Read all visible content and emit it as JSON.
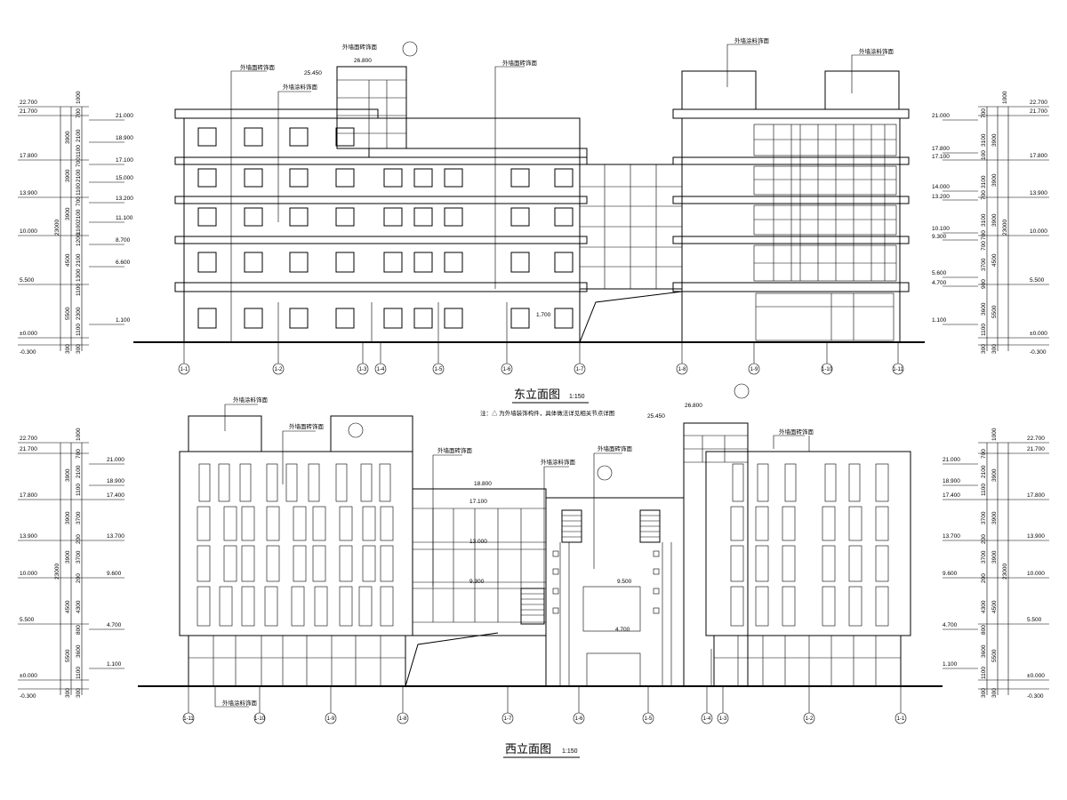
{
  "east_elevation": {
    "title": "东立面图",
    "scale": "1:150",
    "note": "注：△ 为外墙装饰构件，具体做法详见相关节点详图",
    "left_elevations": [
      "22.700",
      "21.700",
      "17.800",
      "13.900",
      "10.000",
      "5.500",
      "±0.000",
      "-0.300"
    ],
    "left_inner": [
      "21.000",
      "18.900",
      "17.100",
      "15.000",
      "13.200",
      "11.100",
      "8.700",
      "6.600",
      "1.100"
    ],
    "left_dims": [
      "1000",
      "700",
      "2100",
      "1100",
      "3900",
      "700",
      "2100",
      "1100",
      "3900",
      "700",
      "2100",
      "1100",
      "3900",
      "1200",
      "2100",
      "23000",
      "1300",
      "4500",
      "1100",
      "2300",
      "5500",
      "1100",
      "300",
      "300"
    ],
    "right_elevations": [
      "22.700",
      "21.700",
      "17.800",
      "13.900",
      "10.000",
      "5.500",
      "±0.000",
      "-0.300"
    ],
    "right_inner": [
      "21.000",
      "17.800",
      "17.100",
      "14.000",
      "13.200",
      "10.100",
      "9.300",
      "5.600",
      "4.700",
      "1.100"
    ],
    "right_dims": [
      "1000",
      "700",
      "3100",
      "3900",
      "100",
      "700",
      "3100",
      "3900",
      "700",
      "3100",
      "3900",
      "23000",
      "700",
      "3700",
      "4500",
      "900",
      "3600",
      "5500",
      "1100",
      "300",
      "300"
    ],
    "levels": [
      "26.800",
      "25.450",
      "1.700"
    ],
    "callouts": [
      "外墙面砖饰面",
      "外墙涂料饰面",
      "外墙面砖饰面",
      "外墙涂料饰面",
      "外墙涂料饰面",
      "外墙面砖饰面"
    ],
    "axes": [
      "1-1",
      "1-2",
      "1-3",
      "1-4",
      "1-5",
      "1-6",
      "1-7",
      "1-8",
      "1-9",
      "1-10",
      "1-11"
    ]
  },
  "west_elevation": {
    "title": "西立面图",
    "scale": "1:150",
    "left_elevations": [
      "22.700",
      "21.700",
      "17.800",
      "13.900",
      "10.000",
      "5.500",
      "±0.000",
      "-0.300"
    ],
    "left_inner": [
      "21.000",
      "18.900",
      "17.400",
      "13.700",
      "9.600",
      "4.700",
      "1.100"
    ],
    "left_dims": [
      "1000",
      "700",
      "2100",
      "3900",
      "1100",
      "3700",
      "3900",
      "200",
      "3700",
      "3900",
      "200",
      "23000",
      "4300",
      "4500",
      "800",
      "3600",
      "5500",
      "1100",
      "300",
      "300"
    ],
    "right_elevations": [
      "22.700",
      "21.700",
      "17.800",
      "13.900",
      "10.000",
      "5.500",
      "±0.000",
      "-0.300"
    ],
    "right_inner": [
      "21.000",
      "18.900",
      "17.400",
      "13.700",
      "9.600",
      "4.700",
      "1.100"
    ],
    "right_dims": [
      "1000",
      "700",
      "2100",
      "3900",
      "1100",
      "3700",
      "3900",
      "200",
      "3700",
      "3900",
      "200",
      "23000",
      "4300",
      "4500",
      "800",
      "3600",
      "5500",
      "1100",
      "300",
      "300"
    ],
    "levels": [
      "26.800",
      "25.450",
      "18.800",
      "17.100",
      "13.000",
      "9.300",
      "9.500",
      "4.700"
    ],
    "callouts": [
      "外墙涂料饰面",
      "外墙面砖饰面",
      "外墙面砖饰面",
      "外墙涂料饰面",
      "外墙面砖饰面",
      "外墙面砖饰面",
      "外墙涂料饰面"
    ],
    "axes": [
      "1-11",
      "1-10",
      "1-9",
      "1-8",
      "1-7",
      "1-6",
      "1-5",
      "1-4",
      "1-3",
      "1-2",
      "1-1"
    ]
  }
}
